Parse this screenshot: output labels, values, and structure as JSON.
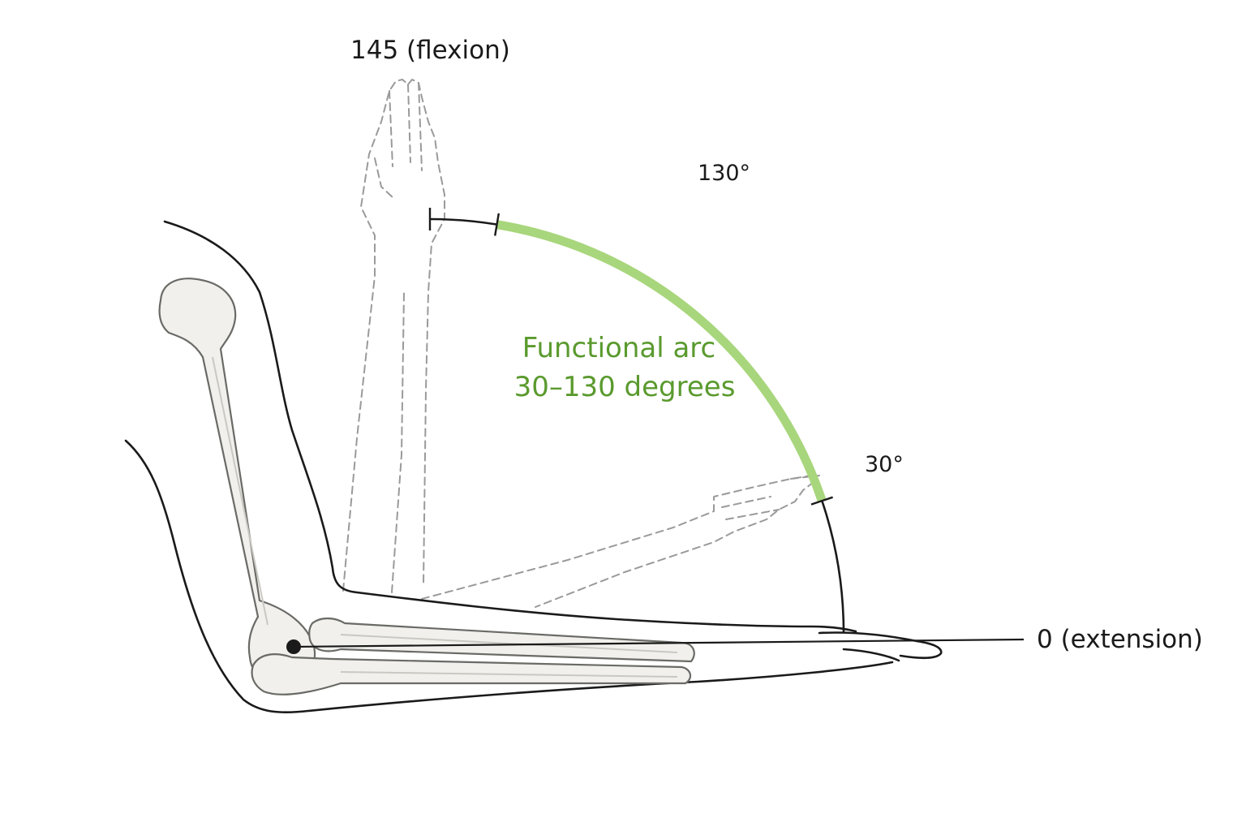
{
  "labels": {
    "flexion": "145 (flexion)",
    "extension": "0 (extension)",
    "mark_130": "130°",
    "mark_30": "30°",
    "arc_line1": "Functional arc",
    "arc_line2": "30–130 degrees"
  },
  "range": {
    "min_deg": 0,
    "max_deg": 145,
    "functional_min_deg": 30,
    "functional_max_deg": 130
  },
  "colors": {
    "functional_arc": "#a8d67c",
    "arc_caption": "#5a9a2e",
    "outline": "#1a1a1a",
    "ghost": "#9a9a9a"
  }
}
